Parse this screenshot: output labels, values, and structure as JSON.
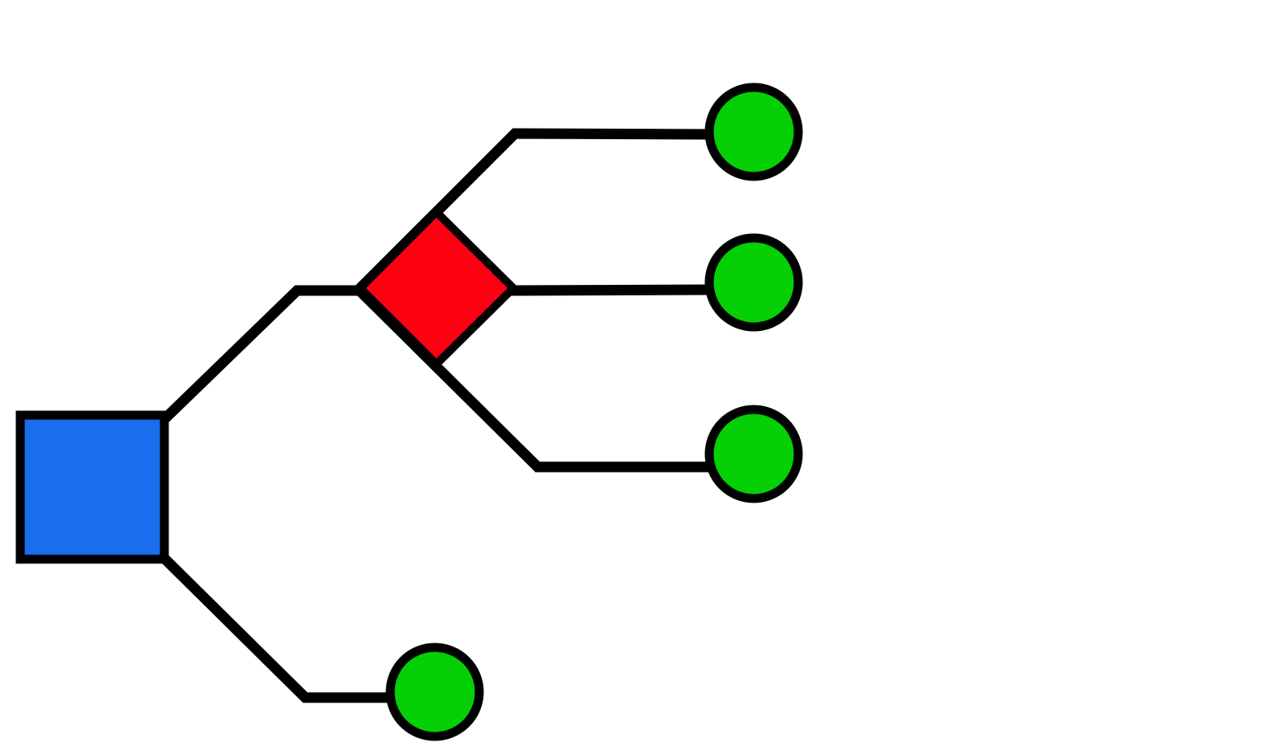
{
  "colors": {
    "decision": "#1a6ded",
    "chance": "#ff0013",
    "end": "#05cf05",
    "line": "#000000",
    "background": "#ffffff"
  },
  "nodes": [
    {
      "id": "decision-1",
      "type": "decision-node-square"
    },
    {
      "id": "chance-1",
      "type": "chance-node-diamond"
    },
    {
      "id": "end-1",
      "type": "end-node-circle"
    },
    {
      "id": "end-2",
      "type": "end-node-circle"
    },
    {
      "id": "end-3",
      "type": "end-node-circle"
    },
    {
      "id": "end-4",
      "type": "end-node-circle"
    }
  ]
}
